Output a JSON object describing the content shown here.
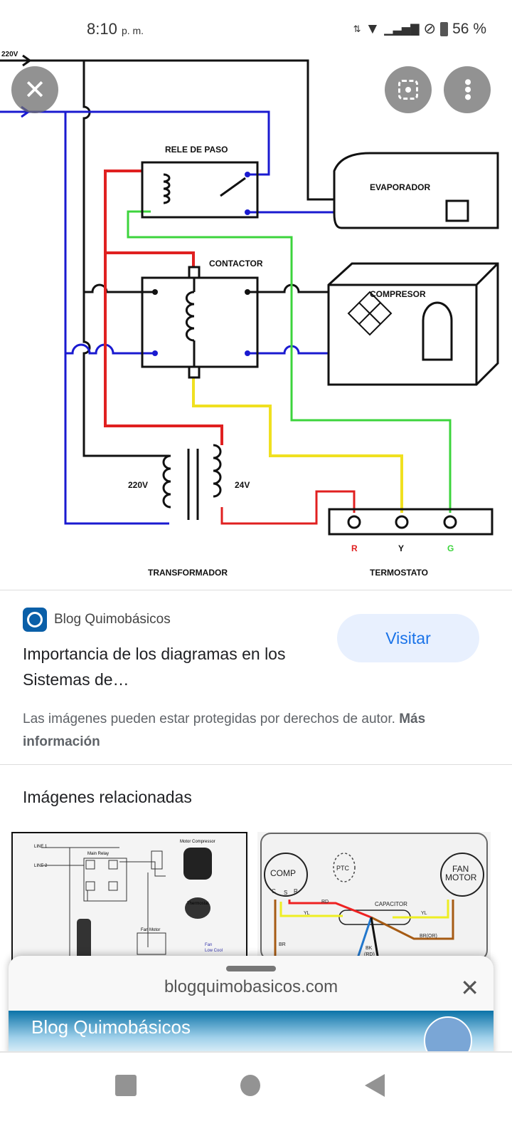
{
  "status_bar": {
    "time": "8:10",
    "ampm": "p. m.",
    "battery": "56 %"
  },
  "viewer": {
    "close_icon": "close-icon",
    "lens_icon": "lens-icon",
    "more_icon": "more-vert-icon"
  },
  "diagram": {
    "labels": {
      "input_voltage": "220V",
      "relay": "RELE DE PASO",
      "contactor": "CONTACTOR",
      "evaporator": "EVAPORADOR",
      "compressor": "COMPRESOR",
      "primary": "220V",
      "secondary": "24V",
      "transformer": "TRANSFORMADOR",
      "thermostat": "TERMOSTATO",
      "terminal_r": "R",
      "terminal_y": "Y",
      "terminal_g": "G"
    },
    "colors": {
      "red": "#e02020",
      "green": "#3cd43c",
      "yellow": "#f0e020",
      "blue": "#1a1ad0",
      "black": "#111111"
    }
  },
  "result": {
    "source": "Blog Quimobásicos",
    "title": "Importancia de los diagramas en los Sistemas de…",
    "visit_label": "Visitar",
    "copyright": "Las imágenes pueden estar protegidas por derechos de autor.",
    "more_info": "Más información"
  },
  "related": {
    "heading": "Imágenes relacionadas",
    "thumb1": {
      "labels": [
        "LINE 1",
        "LINE 2",
        "Main Relay",
        "Motor Compressor",
        "Thermostat",
        "Fan Motor",
        "Fan",
        "Low Cool"
      ]
    },
    "thumb2": {
      "labels": [
        "COMP",
        "C",
        "S",
        "R",
        "PTC",
        "FAN",
        "MOTOR",
        "RD",
        "CAPACITOR",
        "YL",
        "YL",
        "BR",
        "BR(OR)",
        "BK",
        "(RD)"
      ]
    }
  },
  "sheet": {
    "url": "blogquimobasicos.com",
    "banner_title": "Blog Quimobásicos"
  },
  "accent_color": "#1a73e8"
}
